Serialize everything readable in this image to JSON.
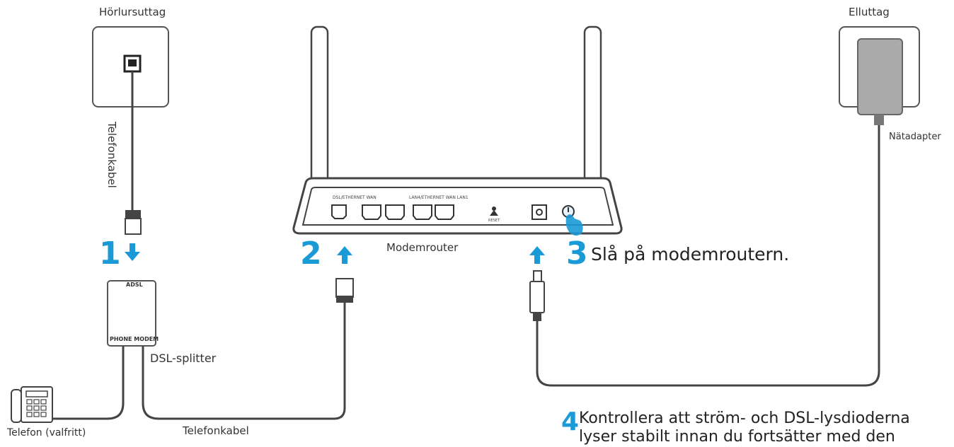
{
  "colors": {
    "accent": "#1a9ad6",
    "line": "#444444",
    "device_stroke": "#333333"
  },
  "labels": {
    "wall_jack": "Hörlursuttag",
    "power_outlet": "Elluttag",
    "power_adapter": "Nätadapter",
    "phone_cable_vertical": "Telefonkabel",
    "phone_cable_bottom": "Telefonkabel",
    "modem_router": "Modemrouter",
    "dsl_splitter": "DSL-splitter",
    "phone": "Telefon (valfritt)",
    "splitter_top": "ADSL",
    "splitter_bottom": "PHONE MODEM",
    "port_dsl": "DSL/ETHERNET WAN",
    "port_lan": "LAN4/ETHERNET WAN LAN1",
    "port_reset": "RESET"
  },
  "steps": [
    {
      "number": "1"
    },
    {
      "number": "2"
    },
    {
      "number": "3",
      "text": "Slå på modemroutern."
    },
    {
      "number": "4",
      "line1": "Kontrollera att ström- och DSL-lysdioderna",
      "line2": "lyser stabilt innan du fortsätter med den"
    }
  ],
  "icons": [
    "arrow-up-icon",
    "arrow-down-icon",
    "pointing-hand-icon",
    "power-button-icon",
    "telephone-icon",
    "reset-icon"
  ]
}
